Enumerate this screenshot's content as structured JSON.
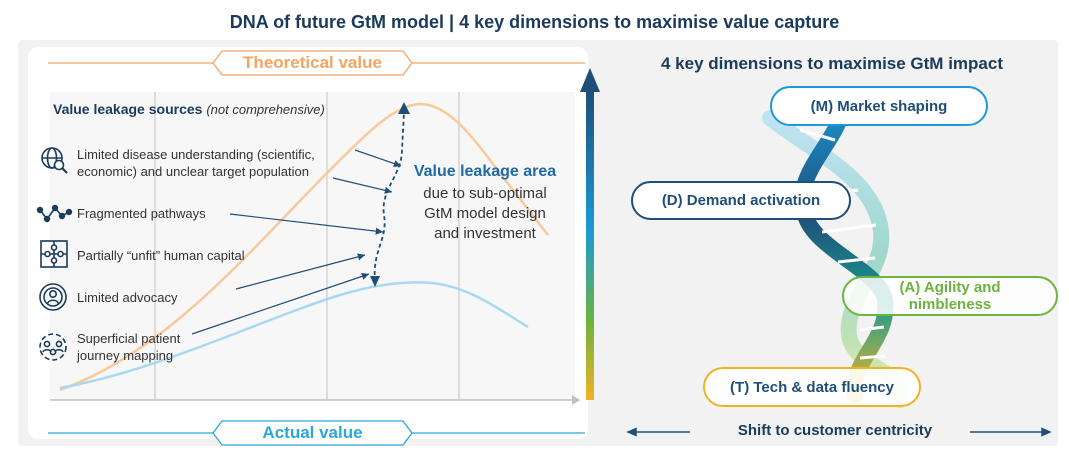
{
  "title": "DNA of future GtM model | 4 key dimensions to maximise value capture",
  "left_panel": {
    "theoretical_label": "Theoretical value",
    "actual_label": "Actual value",
    "leakage_heading": "Value leakage sources",
    "leakage_note": "(not comprehensive)",
    "sources": [
      {
        "icon": "globe-search-icon",
        "lines": [
          "Limited disease understanding (scientific,",
          "economic) and unclear target population"
        ]
      },
      {
        "icon": "pathway-nodes-icon",
        "lines": [
          "Fragmented pathways"
        ]
      },
      {
        "icon": "puzzle-icon",
        "lines": [
          "Partially “unfit” human capital"
        ]
      },
      {
        "icon": "advocacy-person-icon",
        "lines": [
          "Limited advocacy"
        ]
      },
      {
        "icon": "patient-journey-icon",
        "lines": [
          "Superficial patient",
          "journey mapping"
        ]
      }
    ],
    "area_title": "Value leakage area",
    "area_desc": [
      "due to sub-optimal",
      "GtM model design",
      "and investment"
    ]
  },
  "right_panel": {
    "title": "4 key dimensions to maximise GtM impact",
    "dimensions": [
      {
        "label": "(M) Market shaping",
        "color": "#1b9ad6"
      },
      {
        "label": "(D) Demand activation",
        "color": "#1f4e79"
      },
      {
        "label_lines": [
          "(A) Agility and",
          "nimbleness"
        ],
        "color": "#6db33f"
      },
      {
        "label": "(T) Tech & data fluency",
        "color": "#f0b323"
      }
    ],
    "shift_label": "Shift to customer centricity"
  },
  "colors": {
    "theoretical": "#f4a460",
    "actual": "#29a8d8",
    "navy": "#1b3b5c",
    "dark_blue": "#1f4e79"
  }
}
